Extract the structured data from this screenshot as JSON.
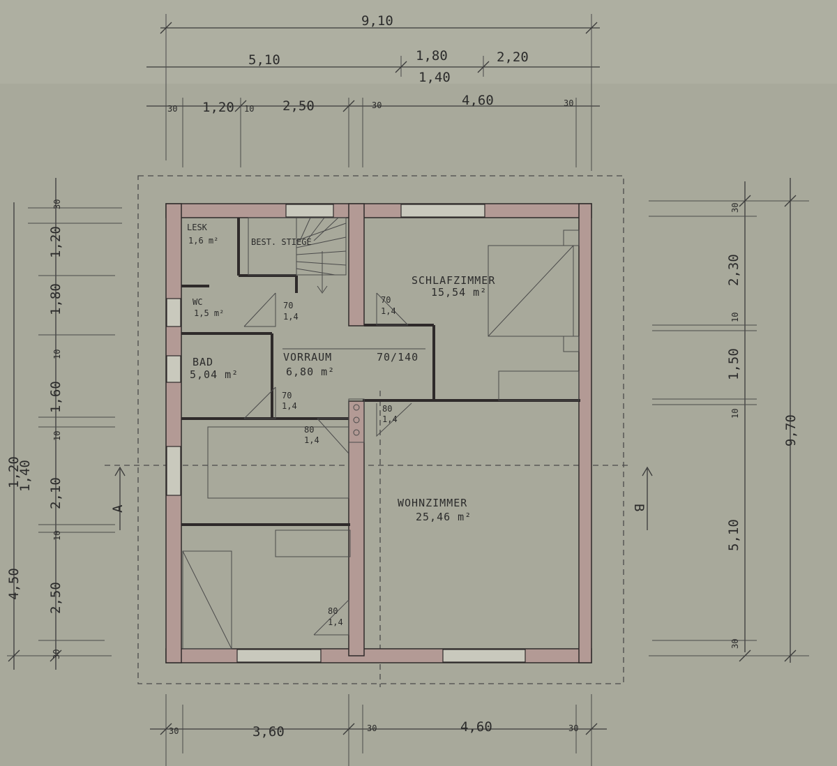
{
  "dimensions": {
    "top_total": "9,10",
    "top_left": "5,10",
    "top_mid_upper": "1,80",
    "top_mid_lower": "1,40",
    "top_right": "2,20",
    "top_seg_1": "30",
    "top_seg_2": "1,20",
    "top_seg_3": "10",
    "top_seg_4": "2,50",
    "top_seg_5": "30",
    "top_seg_6": "4,60",
    "top_seg_7": "30",
    "bottom_seg_1": "30",
    "bottom_seg_2": "3,60",
    "bottom_seg_3": "30",
    "bottom_seg_4": "4,60",
    "bottom_seg_5": "30",
    "right_total": "9,70",
    "right_seg_1": "30",
    "right_seg_2": "2,30",
    "right_seg_3": "10",
    "right_seg_4": "1,50",
    "right_seg_5": "10",
    "right_seg_6": "5,10",
    "right_seg_7": "30",
    "left_seg_1": "30",
    "left_seg_2": "2,50",
    "left_seg_3": "10",
    "left_seg_4": "2,10",
    "left_seg_5": "10",
    "left_seg_6": "1,60",
    "left_seg_7": "10",
    "left_seg_8": "1,80",
    "left_seg_9": "1,20",
    "left_seg_10": "30",
    "left_outer_1": "4,50",
    "left_outer_2": "1,40",
    "left_outer_3": "1,20"
  },
  "rooms": {
    "schlafzimmer": {
      "name": "SCHLAFZIMMER",
      "area": "15,54 m²"
    },
    "wohnzimmer": {
      "name": "WOHNZIMMER",
      "area": "25,46 m²"
    },
    "bad": {
      "name": "BAD",
      "area": "5,04 m²"
    },
    "wc": {
      "name": "WC",
      "area": "1,5 m²"
    },
    "vorraum": {
      "name": "VORRAUM",
      "area": "6,80 m²",
      "door": "70/140"
    },
    "lesk": {
      "name": "LESK",
      "area": "1,6 m²"
    },
    "stiege": {
      "name": "BEST. STIEGE"
    }
  },
  "doors": {
    "d1": "70",
    "d1b": "1,4",
    "d2": "70",
    "d2b": "1,4",
    "d3": "70",
    "d3b": "1,4",
    "d4": "80",
    "d4b": "1,4",
    "d5": "80",
    "d5b": "1,4",
    "d6": "80",
    "d6b": "1,4"
  },
  "section_marks": {
    "left": "A",
    "right": "B"
  },
  "colors": {
    "paper": "#a8a99b",
    "wall": "#b39a95",
    "ink": "#2b2b2b"
  }
}
